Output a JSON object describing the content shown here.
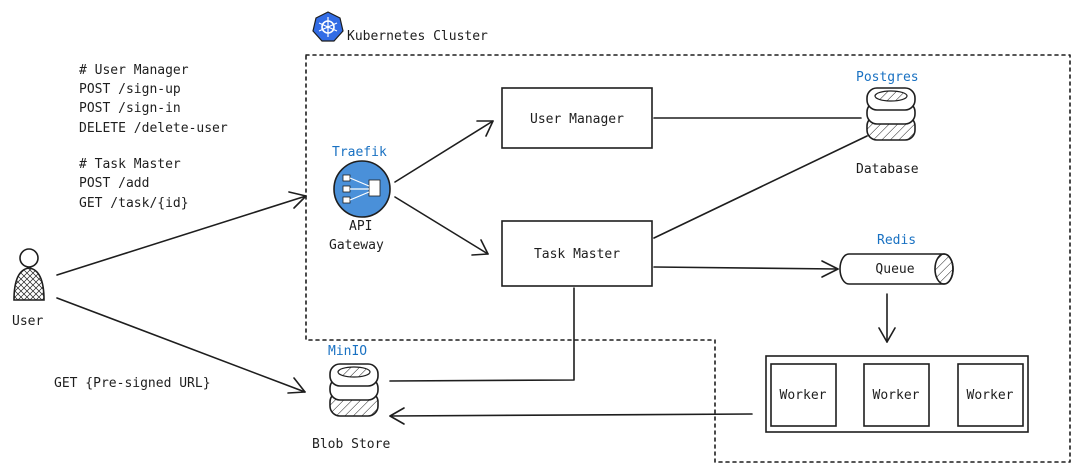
{
  "cluster": {
    "title": "Kubernetes Cluster",
    "icon": "kubernetes-icon"
  },
  "endpoints": {
    "lines": [
      "# User Manager",
      "POST /sign-up",
      "POST /sign-in",
      "DELETE /delete-user",
      "",
      "# Task Master",
      "POST /add",
      "GET /task/{id}"
    ]
  },
  "user": {
    "label": "User",
    "icon": "user-icon"
  },
  "presigned": {
    "label": "GET {Pre-signed URL}"
  },
  "gateway": {
    "tech": "Traefik",
    "label_line1": "API",
    "label_line2": "Gateway",
    "icon": "api-gateway-icon"
  },
  "user_manager": {
    "label": "User Manager"
  },
  "task_master": {
    "label": "Task Master"
  },
  "postgres": {
    "tech": "Postgres",
    "label": "Database",
    "icon": "database-icon"
  },
  "redis": {
    "tech": "Redis",
    "label": "Queue"
  },
  "minio": {
    "tech": "MinIO",
    "label": "Blob Store",
    "icon": "database-icon"
  },
  "workers": {
    "items": [
      "Worker",
      "Worker",
      "Worker"
    ]
  },
  "colors": {
    "accent": "#1971c2",
    "stroke": "#1e1e1e",
    "gateway_fill": "#4a90d9"
  }
}
